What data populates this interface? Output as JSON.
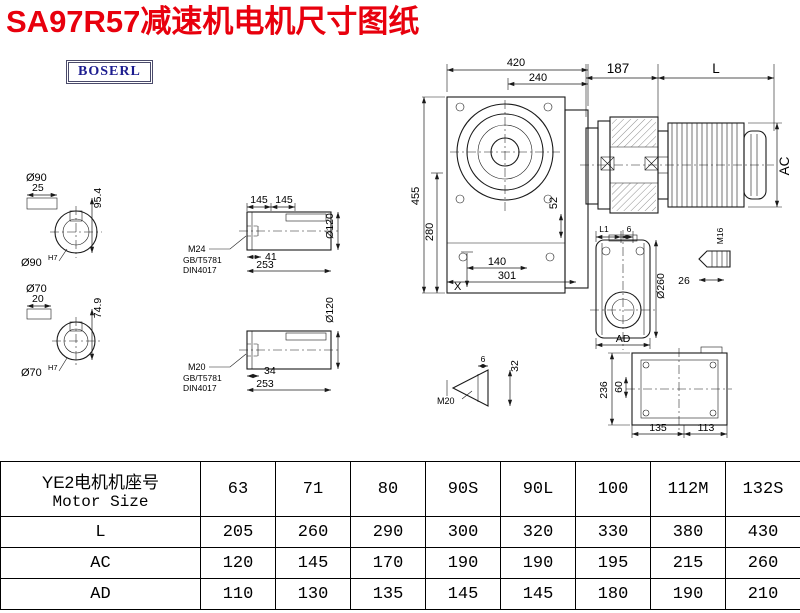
{
  "page": {
    "title": "SA97R57减速机电机尺寸图纸",
    "brand": "BOSERL"
  },
  "drawing": {
    "main": {
      "d420": "420",
      "d240": "240",
      "d455": "455",
      "d280": "280",
      "d52": "52",
      "d140": "140",
      "d301": "301",
      "dX": "X"
    },
    "motor": {
      "d187": "187",
      "dL": "L",
      "dAC": "AC"
    },
    "shaft90": {
      "dia": "Ø90",
      "key_w": "25",
      "key_h": "95.4",
      "bore": "Ø90",
      "bore_tol": "H7"
    },
    "shaft70": {
      "dia": "Ø70",
      "key_w": "20",
      "key_h": "74.9",
      "bore": "Ø70",
      "bore_tol": "H7"
    },
    "detail_top": {
      "d145a": "145",
      "d145b": "145",
      "dia120": "Ø120",
      "thread": "M24",
      "std1": "GB/T5781",
      "std2": "DIN4017",
      "d41": "41",
      "d253": "253"
    },
    "detail_bot": {
      "dia120": "Ø120",
      "thread": "M20",
      "std1": "GB/T5781",
      "std2": "DIN4017",
      "d34": "34",
      "d253": "253"
    },
    "side": {
      "dL1": "L1",
      "d6": "6",
      "dia260": "Ø260",
      "dAD": "AD",
      "stud_thread": "M16",
      "d26": "26"
    },
    "plug": {
      "thread": "M20",
      "d6": "6",
      "d32": "32"
    },
    "rear": {
      "d236": "236",
      "d60": "60",
      "d135": "135",
      "d113": "113"
    }
  },
  "table": {
    "header_line1": "YE2电机机座号",
    "header_line2": "Motor Size",
    "columns": [
      "63",
      "71",
      "80",
      "90S",
      "90L",
      "100",
      "112M",
      "132S"
    ],
    "rows": [
      {
        "label": "L",
        "values": [
          "205",
          "260",
          "290",
          "300",
          "320",
          "330",
          "380",
          "430"
        ]
      },
      {
        "label": "AC",
        "values": [
          "120",
          "145",
          "170",
          "190",
          "190",
          "195",
          "215",
          "260"
        ]
      },
      {
        "label": "AD",
        "values": [
          "110",
          "130",
          "135",
          "145",
          "145",
          "180",
          "190",
          "210"
        ]
      }
    ]
  }
}
